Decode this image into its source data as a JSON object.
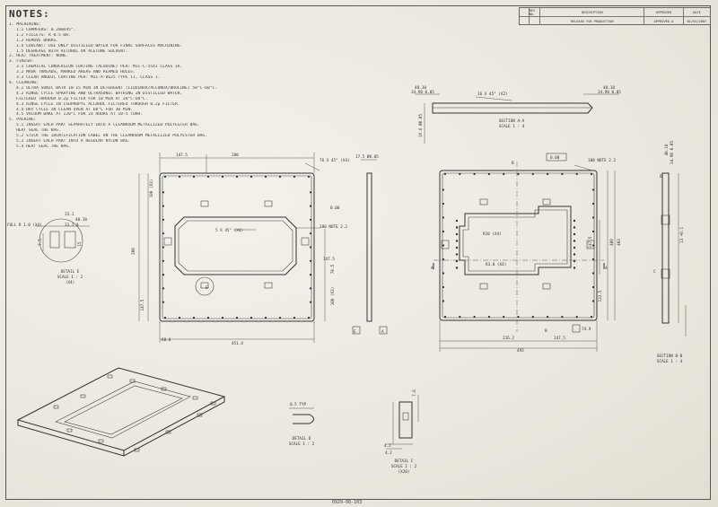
{
  "notes": {
    "title": "NOTES:",
    "lines": [
      "1. MACHINING:",
      "1.1 CHAMFERS: 0.2mmX45°.",
      "1.2 FILLETS: R 0.5 mm.",
      "1.3 REMOVE BURRS.",
      "1.4 COOLANT: USE ONLY DISTILLED WATER FOR FINAL SURFACES MACHINING.",
      "1.5 DEGREASE WITH ALCOHOL OR ACETONE SOLVENT.",
      "2. HEAT TREATMENT: NONE.",
      "3. FINISH:",
      "3.1 CHEMICAL CONVERSION COATING (ALODINE) PER: MIL-C-5541 CLASS 1A.",
      "3.2 MASK THREADS, MARKED AREAS AND REAMED HOLES.",
      "3.3 CLEAR ANODIC COATING PER: MIL-A-8625 TYPE II, CLASS 1.",
      "4. CLEANING:",
      "4.1 ULTRA SONIC BATH 10-15 MIN IN DETERGENT (LIQUINOX/ALCONOX/BRULINE) 50°C-60°C.",
      "4.2 RINSE CYCLE SPRAYING AND ULTRASONIC BATHING IN DISTILLED WATER,",
      "FILTERED THROUGH 0.2μ FILTER FOR 10 MIN AT 20°C-60°C.",
      "4.3 RINSE CYCLE IN ISOPROPYL ALCOHOL FILTERED THROUGH 0.2μ FILTER.",
      "4.4 DRY CYCLE IN CLEAN OVEN AT 60°C FOR 30 MIN.",
      "4.5 VACUUM BAKE AT 120°C FOR 24 HOURS AT 10-5 TORR.",
      "5. PACKING:",
      "5.1 INSERT EACH PART SEPARATELY INTO A CLEANROOM METALLIZED POLYESTER BAG.",
      "HEAT SEAL THE BAG.",
      "5.2 STICK THE IDENTIFICATION LABEL ON THE CLEANROOM METALLIZED POLYESTER BAG.",
      "5.3 INSERT EACH PART INTO A REGULAR NYLON BAG.",
      "5.4 HEAT SEAL THE BAG."
    ]
  },
  "title_block": {
    "header": [
      "",
      "REV. NO.",
      "DESCRIPTION",
      "APPROVED",
      "DATE"
    ],
    "row": [
      "",
      "",
      "RELEASE FOR PRODUCTION",
      "APPROVED A",
      "01/01/2007"
    ]
  },
  "front_view": {
    "dims": [
      "147.5",
      "200",
      "76 X 45° (X4)",
      "17.5 Ø0.05",
      "100 (X2)",
      "200",
      "147.5",
      "100 (X2)",
      "60.0",
      "451.4",
      "70.5",
      "147.5",
      "100 NOTE 2.2",
      "0.00",
      "5 X 45° (X4)",
      "E"
    ]
  },
  "detail_e": {
    "dims": [
      "FULL R 1.0 (X4)",
      "33.1",
      "40.10",
      "33.1 0",
      "7.5",
      "15"
    ],
    "label": [
      "DETAIL E",
      "SCALE 1 : 2",
      "(X4)"
    ]
  },
  "section_aa": {
    "dims": [
      "40.10",
      "34.90 0.05",
      "16 X 45° (X2)",
      "40.10",
      "34.90 0.05",
      "16.6 Ø0.05"
    ],
    "label": [
      "SECTION A-A",
      "SCALE 1 : 4"
    ]
  },
  "right_view": {
    "dims": [
      "B",
      "0.00",
      "100 NOTE 2.2",
      "40.10",
      "34.90 0.05",
      "D",
      "R10 (X4)",
      "R3.0 (X4)",
      "147.5",
      "122.5",
      "489",
      "403",
      "A",
      "A",
      "B",
      "C",
      "216.2",
      "147.5",
      "74.9",
      "493"
    ]
  },
  "section_bb": {
    "dims": [
      "13 +0.1"
    ],
    "label": [
      "SECTION B-B",
      "SCALE 1 : 4"
    ]
  },
  "detail_d": {
    "dims": [
      "0.5 TYP"
    ],
    "label": [
      "DETAIL D",
      "SCALE 1 : 2"
    ]
  },
  "detail_c": {
    "dims": [
      "4.2",
      "4.2",
      "7.6"
    ],
    "label": [
      "DETAIL C",
      "SCALE 1 : 2",
      "(X20)"
    ]
  },
  "front_ref": [
    "E",
    "A"
  ],
  "doc_id": "0929-08-103"
}
